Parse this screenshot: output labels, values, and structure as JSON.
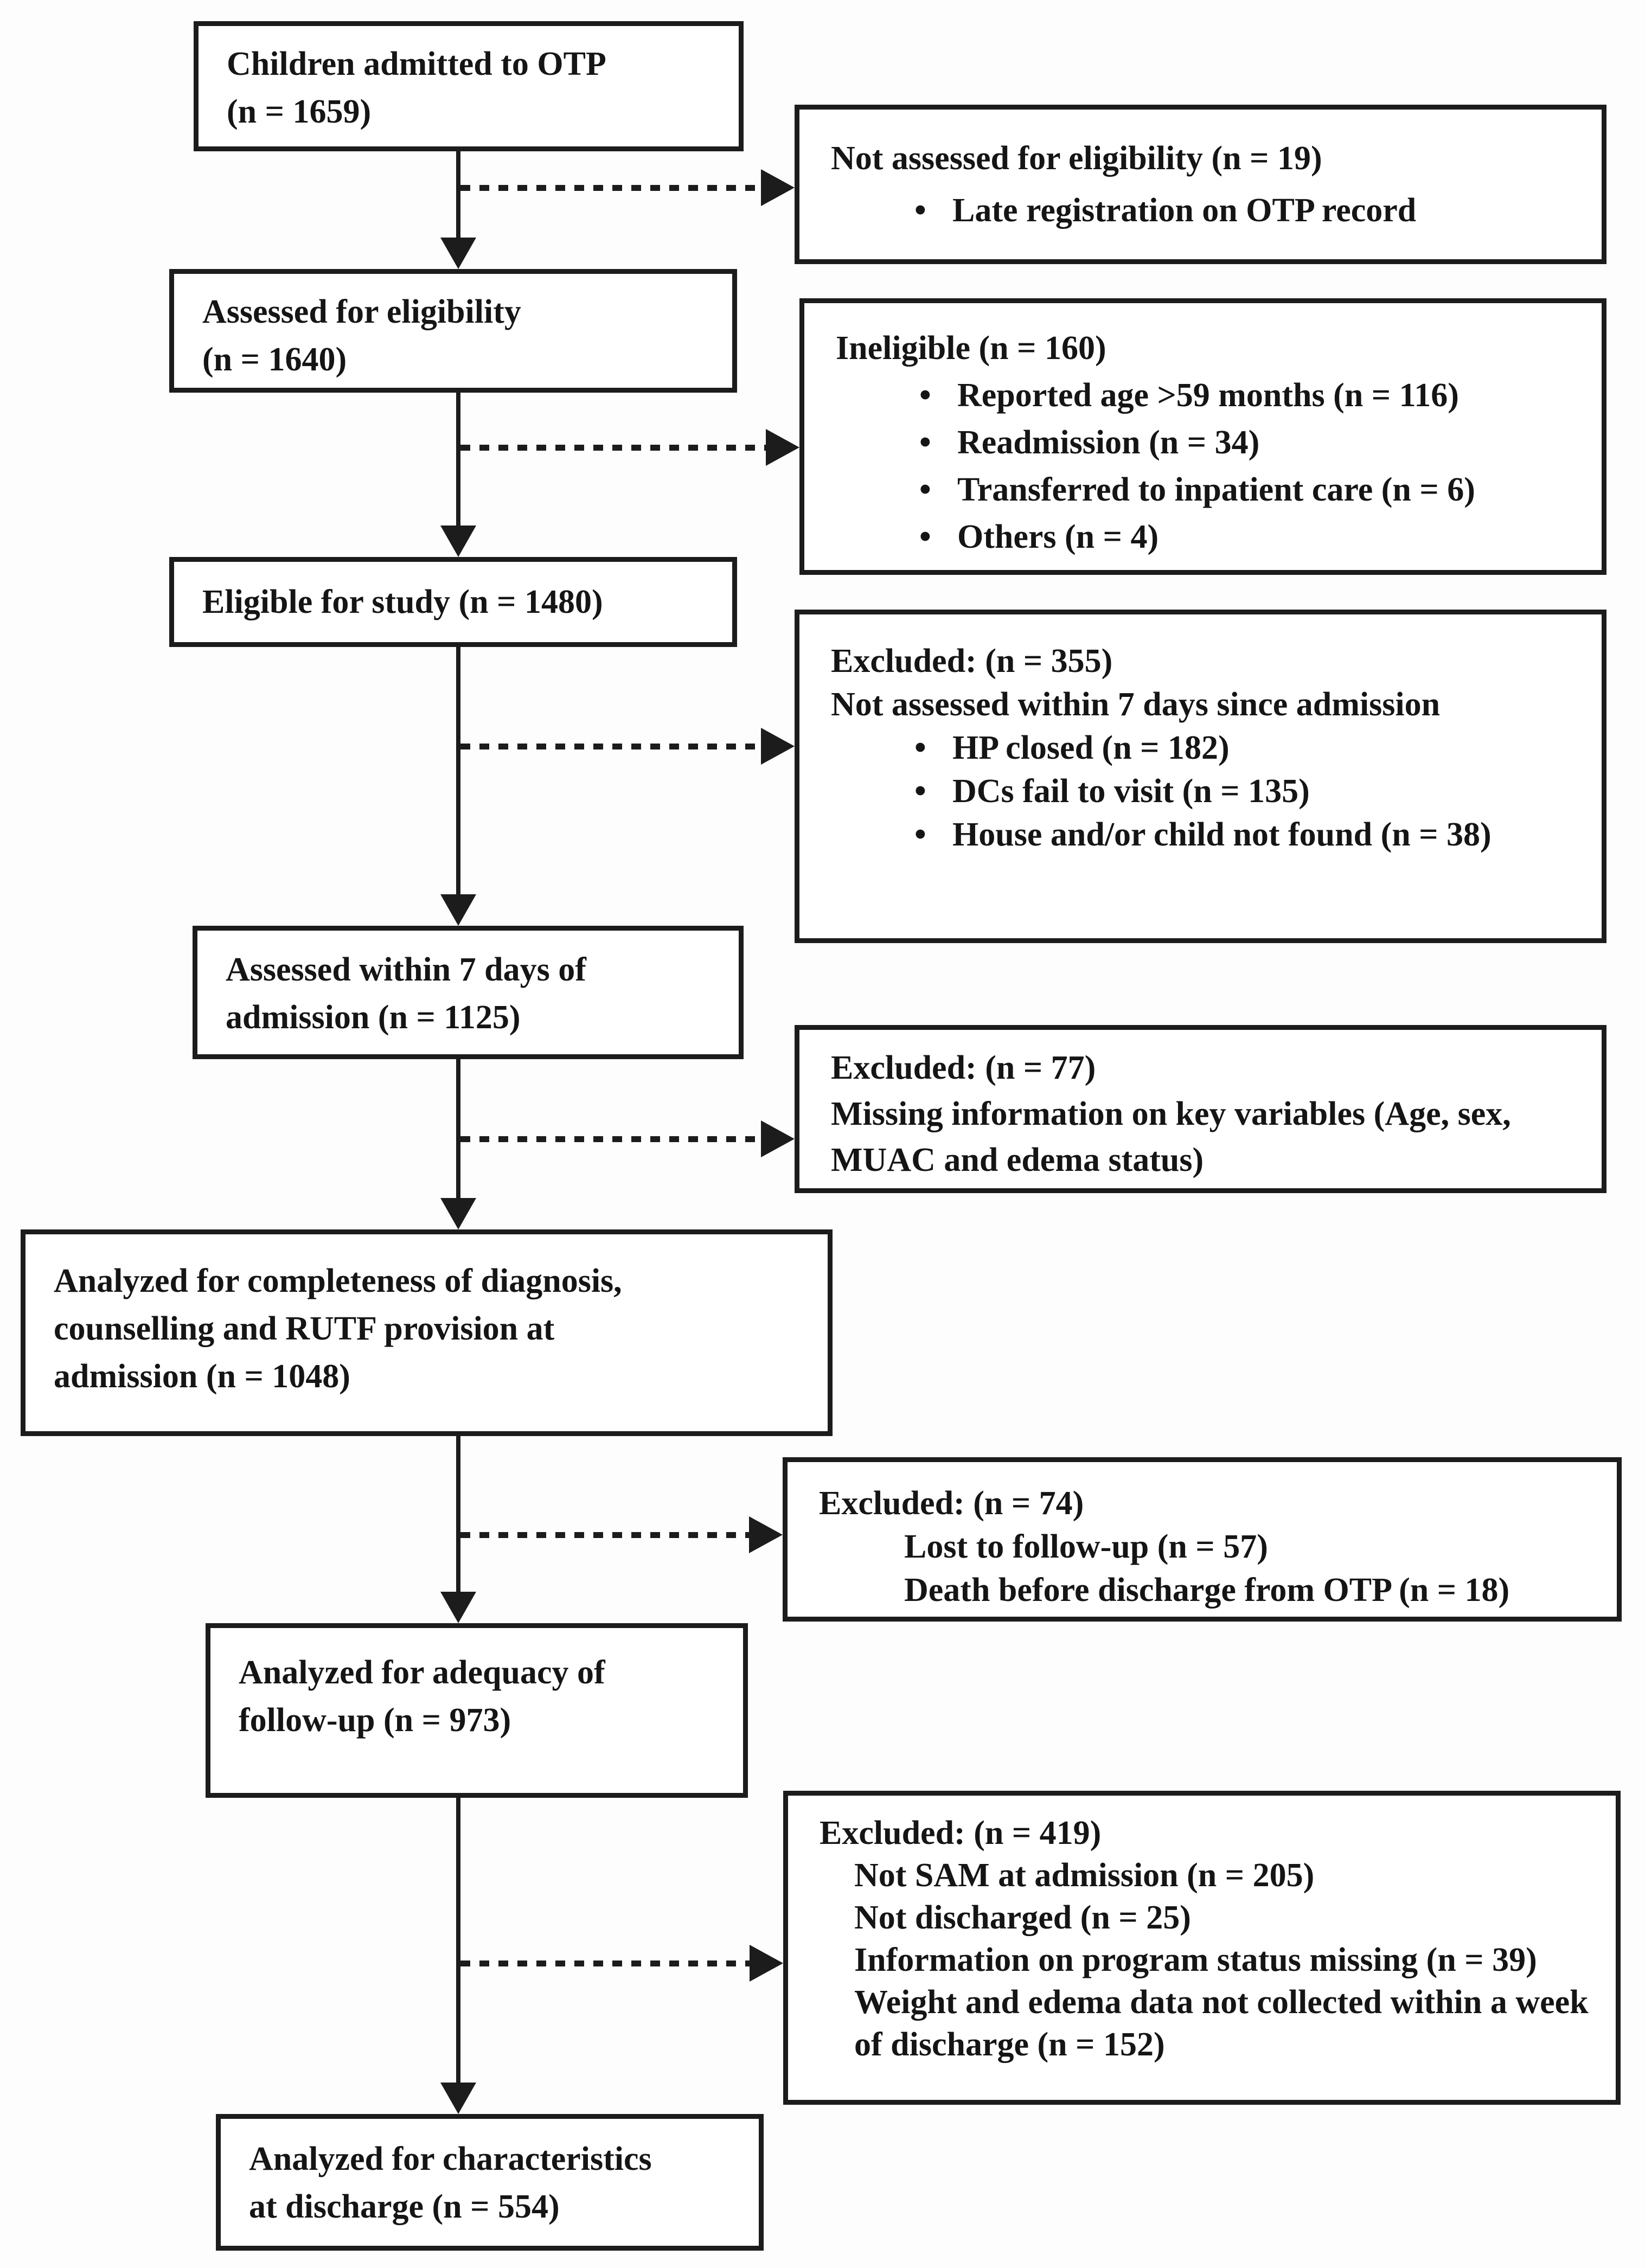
{
  "figure": {
    "kind": "study participant flow diagram (CONSORT-style)",
    "ink_color": "#151515",
    "background_color": "#fdfdfd"
  },
  "glyphs": {
    "bullet": "•"
  },
  "flow": {
    "main_boxes": [
      {
        "id": "children-admitted",
        "n": 1659,
        "lines": [
          "Children admitted to OTP",
          "(n = 1659)"
        ]
      },
      {
        "id": "assessed-eligibility",
        "n": 1640,
        "lines": [
          "Assessed for eligibility",
          "(n = 1640)"
        ]
      },
      {
        "id": "eligible-study",
        "n": 1480,
        "lines": [
          "Eligible for study (n = 1480)"
        ]
      },
      {
        "id": "assessed-7days",
        "n": 1125,
        "lines": [
          "Assessed within 7 days of",
          "admission (n = 1125)"
        ]
      },
      {
        "id": "analyzed-completeness",
        "n": 1048,
        "lines": [
          "Analyzed for completeness of diagnosis,",
          "counselling and RUTF provision at",
          "admission (n = 1048)"
        ]
      },
      {
        "id": "analyzed-adequacy",
        "n": 973,
        "lines": [
          "Analyzed for adequacy of",
          "follow-up (n = 973)"
        ]
      },
      {
        "id": "analyzed-discharge",
        "n": 554,
        "lines": [
          "Analyzed for characteristics",
          "at discharge (n = 554)"
        ]
      }
    ],
    "side_boxes": [
      {
        "id": "not-assessed",
        "n": 19,
        "title_lines": [
          "Not assessed for eligibility  (n = 19)"
        ],
        "bullet_items": [
          "Late registration on OTP record"
        ]
      },
      {
        "id": "ineligible",
        "n": 160,
        "title_lines": [
          "Ineligible  (n = 160)"
        ],
        "bullet_items": [
          "Reported age >59 months (n = 116)",
          "Readmission (n = 34)",
          "Transferred to inpatient care (n = 6)",
          "Others (n =  4)"
        ]
      },
      {
        "id": "excluded-not-assessed-7days",
        "n": 355,
        "title_lines": [
          "Excluded: (n = 355)",
          "Not assessed within 7 days since admission"
        ],
        "bullet_items": [
          "HP closed (n = 182)",
          "DCs fail to visit (n = 135)",
          "House and/or child not found (n = 38)"
        ]
      },
      {
        "id": "excluded-missing-info",
        "n": 77,
        "title_lines": [
          "Excluded: (n = 77)"
        ],
        "paragraph": "Missing information on key variables (Age, sex, MUAC and edema status)"
      },
      {
        "id": "excluded-followup",
        "n": 74,
        "title_lines": [
          "Excluded:  (n = 74)"
        ],
        "indent_items": [
          "Lost to follow-up (n = 57)",
          "Death before discharge from OTP (n = 18)"
        ]
      },
      {
        "id": "excluded-discharge",
        "n": 419,
        "title_lines": [
          "Excluded: (n = 419)"
        ],
        "indent_items": [
          "Not SAM at admission (n = 205)",
          "Not discharged (n = 25)",
          "Information on program status missing (n = 39)",
          "Weight and edema data not collected within a week of discharge (n = 152)"
        ]
      }
    ]
  }
}
